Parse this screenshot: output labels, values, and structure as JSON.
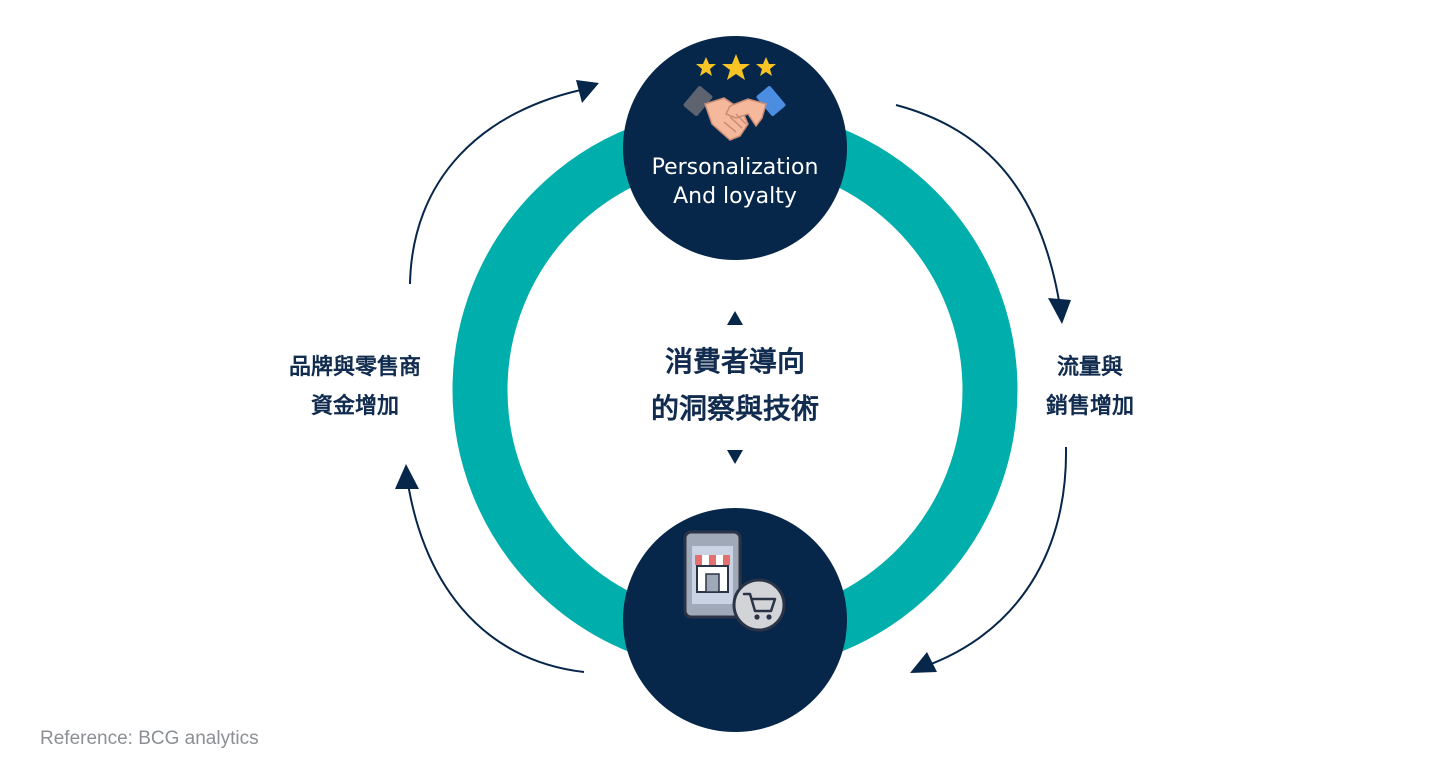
{
  "top_node": {
    "label_line1": "Personalization",
    "label_line2": "And loyalty",
    "icon": "handshake-stars-icon"
  },
  "bottom_node": {
    "icon": "mobile-shop-cart-icon"
  },
  "center": {
    "line1": "消費者導向",
    "line2": "的洞察與技術"
  },
  "left_label": {
    "line1": "品牌與零售商",
    "line2": "資金增加"
  },
  "right_label": {
    "line1": "流量與",
    "line2": "銷售增加"
  },
  "reference": "Reference: BCG analytics",
  "colors": {
    "navy": "#06264a",
    "teal": "#00aeab",
    "text_navy": "#112c4f",
    "reference_gray": "#8c8f94",
    "star_yellow": "#f7c325",
    "hand_skin": "#f6b89c",
    "sleeve_left": "#5d6470",
    "sleeve_right": "#4b8de0",
    "phone_gray": "#a0a9b8",
    "awning_red": "#e36f6f"
  }
}
